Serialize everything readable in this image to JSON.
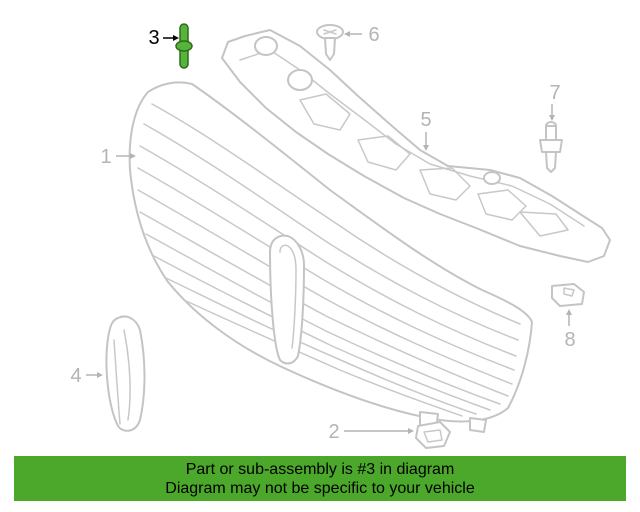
{
  "diagram": {
    "callouts": [
      {
        "number": "1"
      },
      {
        "number": "2"
      },
      {
        "number": "3"
      },
      {
        "number": "4"
      },
      {
        "number": "5"
      },
      {
        "number": "6"
      },
      {
        "number": "7"
      },
      {
        "number": "8"
      }
    ],
    "highlighted_part": "3",
    "highlight_color": "#57b43a",
    "line_color": "#c4c4c4"
  },
  "banner": {
    "line1": "Part or sub-assembly is #3 in diagram",
    "line2": "Diagram may not be specific to your vehicle",
    "background_color": "#4ca82a"
  }
}
